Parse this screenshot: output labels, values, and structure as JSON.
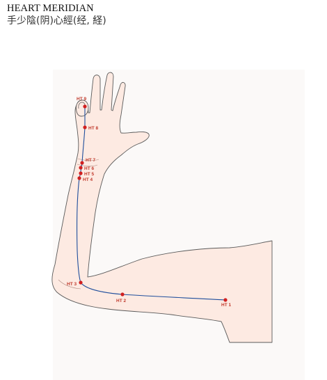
{
  "header": {
    "title": "HEART MERIDIAN",
    "subtitle": "手少陰(阴)心經(经, 経)"
  },
  "colors": {
    "skin": "#fdeae2",
    "outline": "#5a5a5a",
    "meridian": "#1f4e9c",
    "point": "#d11f1f",
    "label": "#c0392b"
  },
  "points": [
    {
      "id": "ht9",
      "label": "HT 9"
    },
    {
      "id": "ht8",
      "label": "HT 8"
    },
    {
      "id": "ht7",
      "label": "HT 7"
    },
    {
      "id": "ht6",
      "label": "HT 6"
    },
    {
      "id": "ht5",
      "label": "HT 5"
    },
    {
      "id": "ht4",
      "label": "HT 4"
    },
    {
      "id": "ht3",
      "label": "HT 3"
    },
    {
      "id": "ht2",
      "label": "HT 2"
    },
    {
      "id": "ht1",
      "label": "HT 1"
    }
  ]
}
